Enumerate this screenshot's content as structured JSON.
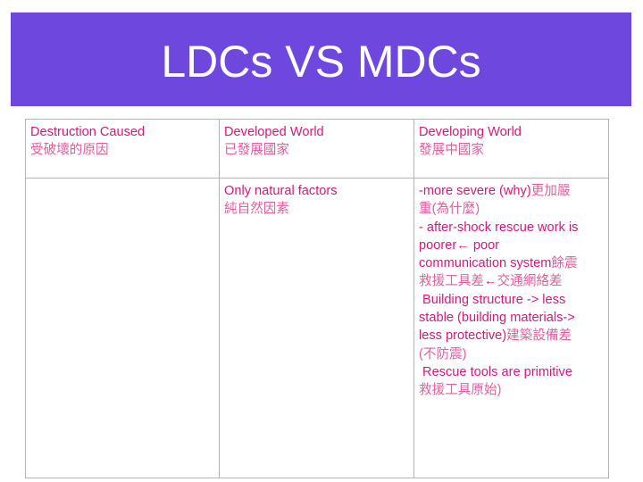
{
  "slide": {
    "title": "LDCs VS MDCs",
    "colors": {
      "banner": "#6e48de",
      "title_text": "#ffffff",
      "table_text": "#d6187a",
      "table_border": "#b3b3b3"
    }
  },
  "table": {
    "headers": [
      {
        "en": "Destruction Caused",
        "zh": "受破壞的原因"
      },
      {
        "en": "Developed World",
        "zh": "已發展國家"
      },
      {
        "en": "Developing World",
        "zh": "發展中國家"
      }
    ],
    "row": {
      "cause": "",
      "developed": {
        "en": "Only natural factors",
        "zh": "純自然因素"
      },
      "developing": {
        "l1_en": "-more severe (why)",
        "l1_zh": "更加嚴",
        "l2_zh": "重(為什麼)",
        "l3_en": "- after-shock rescue work is",
        "l4_en": "poorer",
        "arrow_icon": "←",
        "l4_en_b": " poor",
        "l5_en": "communication system",
        "l5_zh": "餘震",
        "l6_zh_a": "救援工具差",
        "l6_zh_b": "交通網絡差",
        "l7_en": " Building structure -> less",
        "l8_en": "stable (building materials->",
        "l9_en": "less protective)",
        "l9_zh": "建築設備差",
        "l10_zh": "(不防震)",
        "l11_en": " Rescue tools are primitive",
        "l12_zh": "救援工具原始)"
      }
    }
  }
}
